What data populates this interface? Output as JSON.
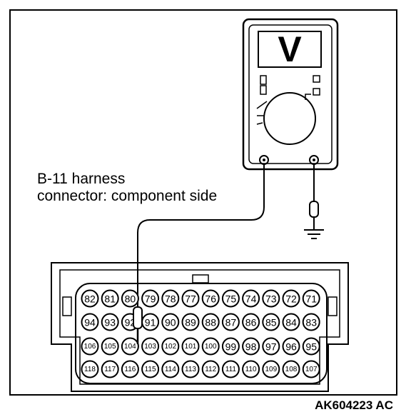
{
  "meter": {
    "display_symbol": "V"
  },
  "connector": {
    "label_line1": "B-11 harness",
    "label_line2": "connector: component side",
    "rows": [
      [
        "82",
        "81",
        "80",
        "79",
        "78",
        "77",
        "76",
        "75",
        "74",
        "73",
        "72",
        "71"
      ],
      [
        "94",
        "93",
        "92",
        "91",
        "90",
        "89",
        "88",
        "87",
        "86",
        "85",
        "84",
        "83"
      ],
      [
        "106",
        "105",
        "104",
        "103",
        "102",
        "101",
        "100",
        "99",
        "98",
        "97",
        "96",
        "95"
      ],
      [
        "118",
        "117",
        "116",
        "115",
        "114",
        "113",
        "112",
        "111",
        "110",
        "109",
        "108",
        "107"
      ]
    ]
  },
  "figure_code": "AK604223 AC"
}
